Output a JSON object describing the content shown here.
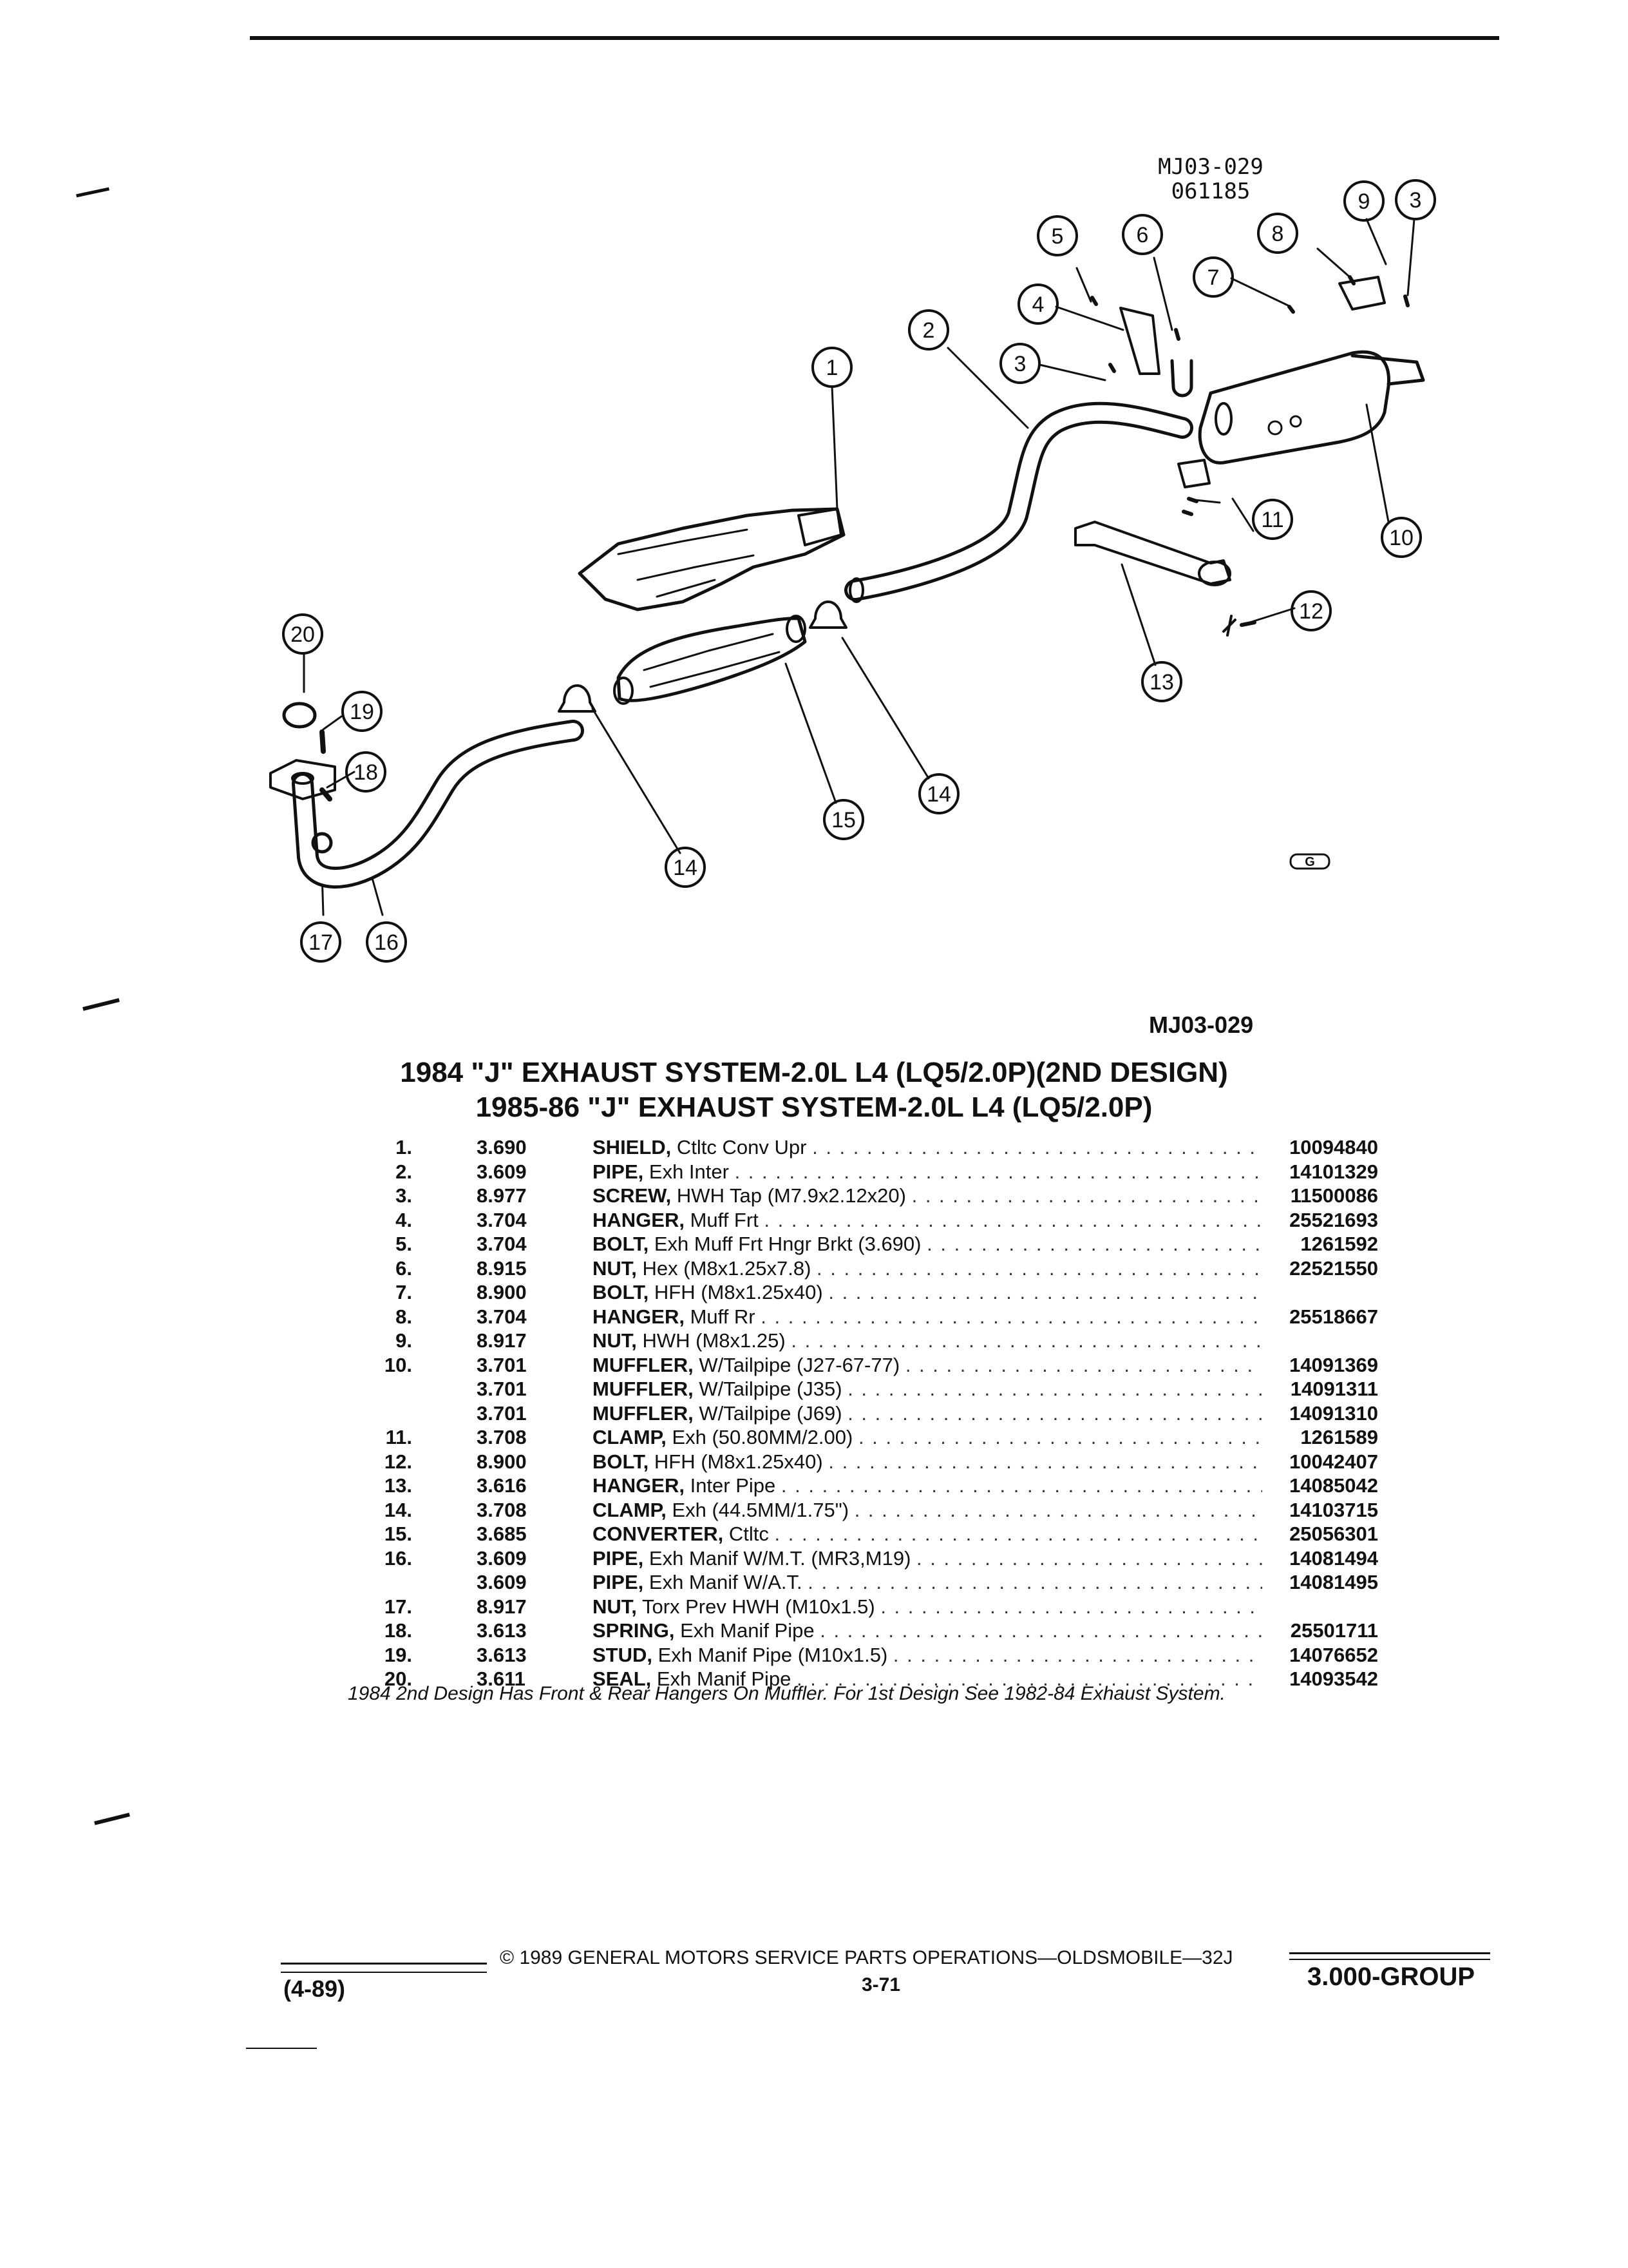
{
  "diagram": {
    "code_top": "MJ03-029",
    "date_top": "061185",
    "code_bottom": "MJ03-029",
    "callouts": [
      "1",
      "2",
      "3",
      "3",
      "4",
      "5",
      "6",
      "7",
      "8",
      "9",
      "10",
      "11",
      "12",
      "13",
      "14",
      "14",
      "15",
      "16",
      "17",
      "18",
      "19",
      "20"
    ]
  },
  "titles": {
    "line1": "1984 \"J\" EXHAUST SYSTEM-2.0L L4 (LQ5/2.0P)(2ND DESIGN)",
    "line2": "1985-86 \"J\" EXHAUST SYSTEM-2.0L L4 (LQ5/2.0P)"
  },
  "parts": [
    {
      "num": "1.",
      "group": "3.690",
      "name": "SHIELD,",
      "desc": "Ctltc Conv Upr",
      "pn": "10094840"
    },
    {
      "num": "2.",
      "group": "3.609",
      "name": "PIPE,",
      "desc": "Exh Inter",
      "pn": "14101329"
    },
    {
      "num": "3.",
      "group": "8.977",
      "name": "SCREW,",
      "desc": "HWH Tap (M7.9x2.12x20)",
      "pn": "11500086"
    },
    {
      "num": "4.",
      "group": "3.704",
      "name": "HANGER,",
      "desc": "Muff Frt",
      "pn": "25521693"
    },
    {
      "num": "5.",
      "group": "3.704",
      "name": "BOLT,",
      "desc": "Exh Muff Frt Hngr Brkt (3.690)",
      "pn": "1261592"
    },
    {
      "num": "6.",
      "group": "8.915",
      "name": "NUT,",
      "desc": "Hex (M8x1.25x7.8)",
      "pn": "22521550"
    },
    {
      "num": "7.",
      "group": "8.900",
      "name": "BOLT,",
      "desc": "HFH (M8x1.25x40)",
      "pn": ""
    },
    {
      "num": "8.",
      "group": "3.704",
      "name": "HANGER,",
      "desc": "Muff Rr",
      "pn": "25518667"
    },
    {
      "num": "9.",
      "group": "8.917",
      "name": "NUT,",
      "desc": "HWH (M8x1.25)",
      "pn": ""
    },
    {
      "num": "10.",
      "group": "3.701",
      "name": "MUFFLER,",
      "desc": "W/Tailpipe (J27-67-77)",
      "pn": "14091369"
    },
    {
      "num": "",
      "group": "3.701",
      "name": "MUFFLER,",
      "desc": "W/Tailpipe (J35)",
      "pn": "14091311"
    },
    {
      "num": "",
      "group": "3.701",
      "name": "MUFFLER,",
      "desc": "W/Tailpipe (J69)",
      "pn": "14091310"
    },
    {
      "num": "11.",
      "group": "3.708",
      "name": "CLAMP,",
      "desc": "Exh (50.80MM/2.00)",
      "pn": "1261589"
    },
    {
      "num": "12.",
      "group": "8.900",
      "name": "BOLT,",
      "desc": "HFH (M8x1.25x40)",
      "pn": "10042407"
    },
    {
      "num": "13.",
      "group": "3.616",
      "name": "HANGER,",
      "desc": "Inter Pipe",
      "pn": "14085042"
    },
    {
      "num": "14.",
      "group": "3.708",
      "name": "CLAMP,",
      "desc": "Exh (44.5MM/1.75\")",
      "pn": "14103715"
    },
    {
      "num": "15.",
      "group": "3.685",
      "name": "CONVERTER,",
      "desc": "Ctltc",
      "pn": "25056301"
    },
    {
      "num": "16.",
      "group": "3.609",
      "name": "PIPE,",
      "desc": "Exh Manif W/M.T. (MR3,M19)",
      "pn": "14081494"
    },
    {
      "num": "",
      "group": "3.609",
      "name": "PIPE,",
      "desc": "Exh Manif W/A.T.",
      "pn": "14081495"
    },
    {
      "num": "17.",
      "group": "8.917",
      "name": "NUT,",
      "desc": "Torx Prev HWH (M10x1.5)",
      "pn": ""
    },
    {
      "num": "18.",
      "group": "3.613",
      "name": "SPRING,",
      "desc": "Exh Manif Pipe",
      "pn": "25501711"
    },
    {
      "num": "19.",
      "group": "3.613",
      "name": "STUD,",
      "desc": "Exh Manif Pipe (M10x1.5)",
      "pn": "14076652"
    },
    {
      "num": "20.",
      "group": "3.611",
      "name": "SEAL,",
      "desc": "Exh Manif Pipe",
      "pn": "14093542"
    }
  ],
  "note": "1984 2nd Design Has Front & Rear Hangers On Muffler. For 1st Design See 1982-84 Exhaust System.",
  "footer": {
    "copyright": "© 1989 GENERAL MOTORS SERVICE PARTS OPERATIONS—OLDSMOBILE—32J",
    "page": "3-71",
    "revision": "(4-89)",
    "group": "3.000-GROUP"
  }
}
